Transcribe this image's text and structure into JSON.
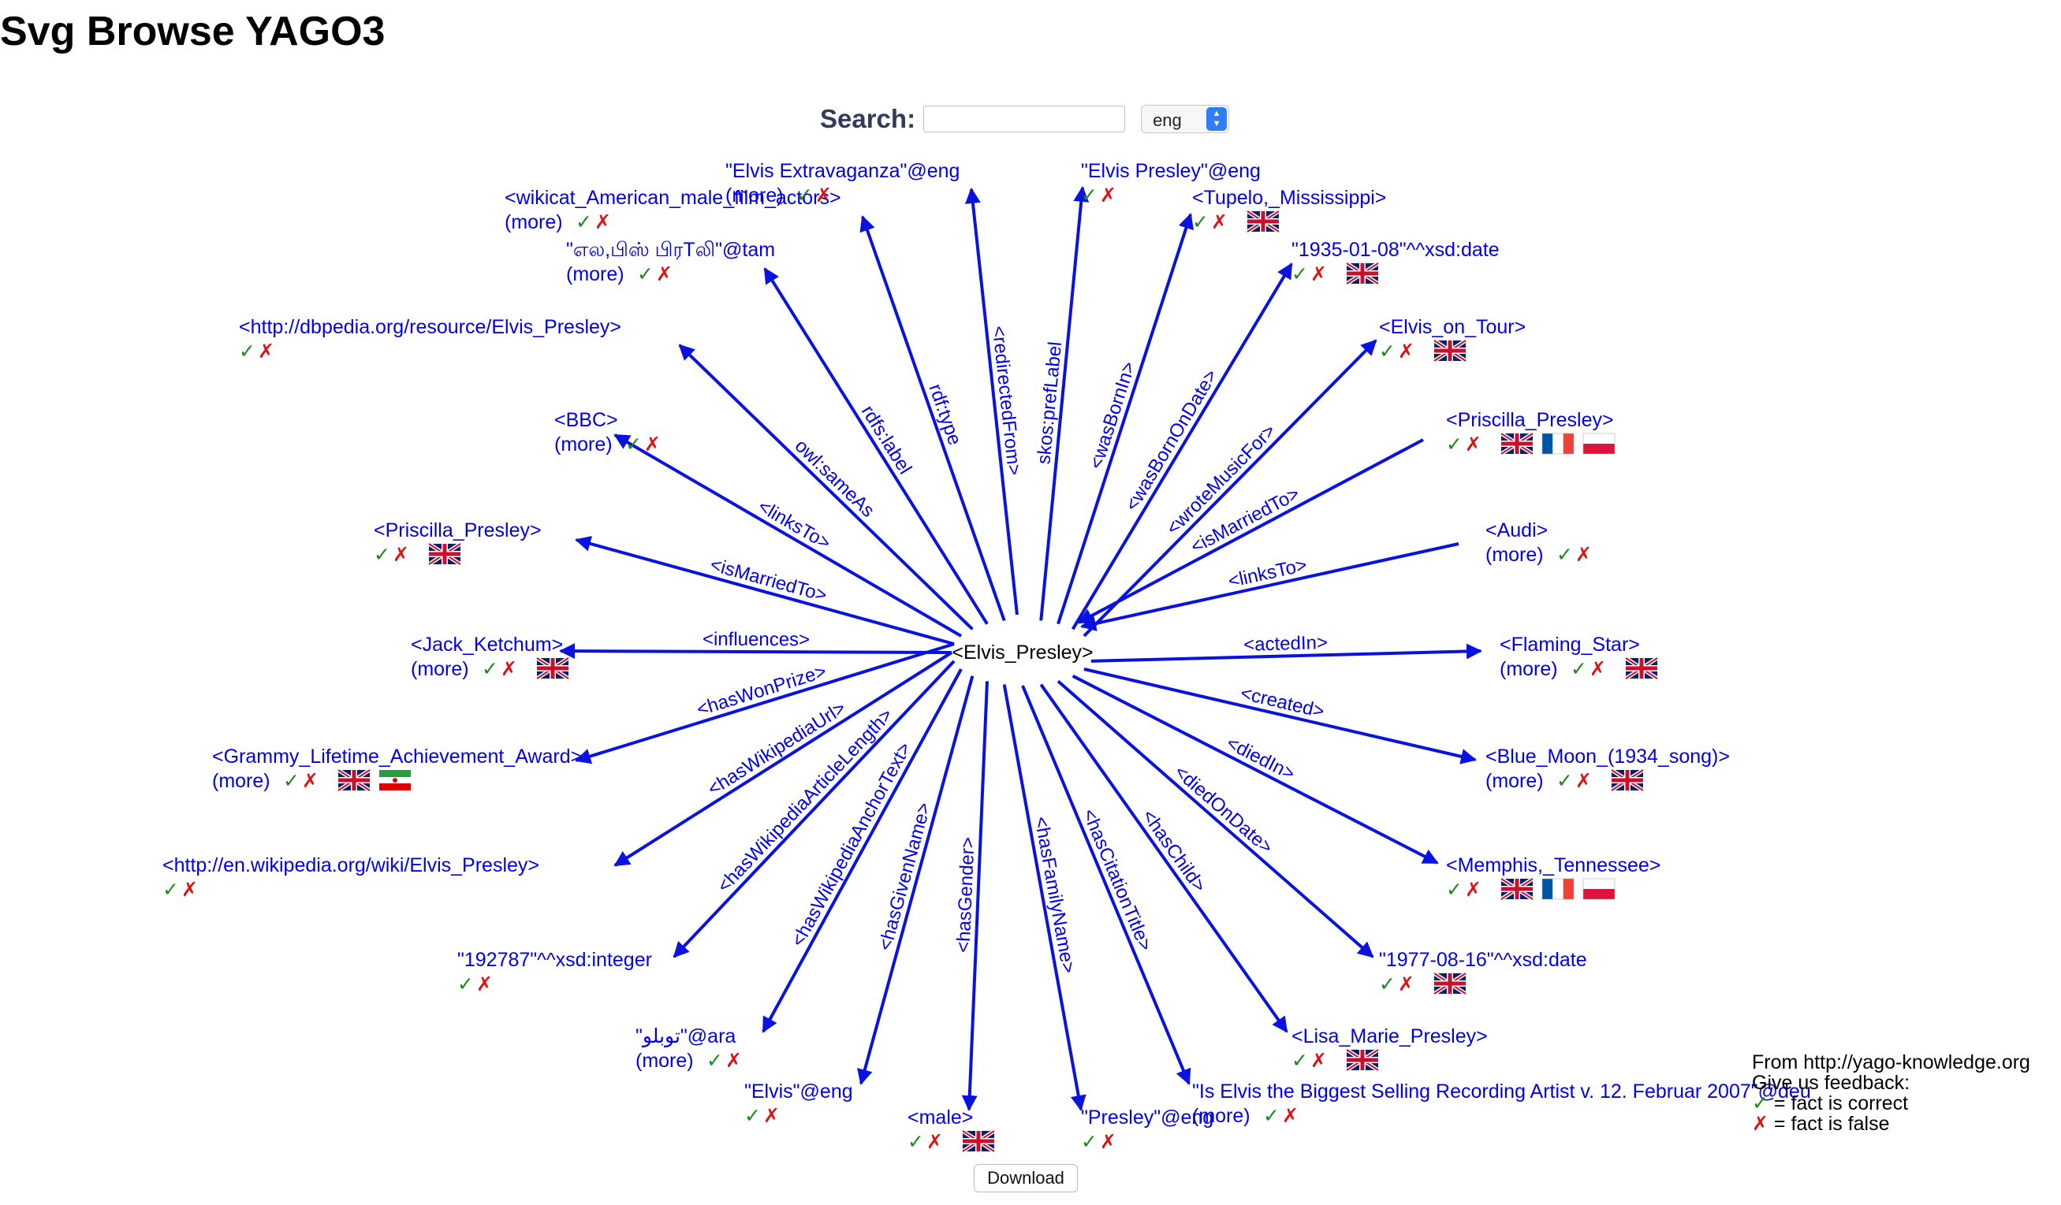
{
  "page_title": "Svg Browse YAGO3",
  "search": {
    "label": "Search:",
    "value": "",
    "language": "eng"
  },
  "center": "<Elvis_Presley>",
  "labels": {
    "more": "(more)",
    "tick": "✓",
    "cross": "✗"
  },
  "colors": {
    "link": "#0000ee",
    "edge": "#0a12e0",
    "correct": "#1a8a1a",
    "false": "#dd1111"
  },
  "nodes": [
    {
      "name": "<Jack_Ketchum>",
      "relation": "<influences>",
      "direction": "out",
      "angle": 180,
      "more": true,
      "flags": [
        "uk"
      ]
    },
    {
      "name": "<Priscilla_Presley>",
      "relation": "<isMarriedTo>",
      "direction": "out",
      "angle": 195,
      "more": false,
      "flags": [
        "uk"
      ]
    },
    {
      "name": "<BBC>",
      "relation": "<linksTo>",
      "direction": "out",
      "angle": 210,
      "more": true,
      "flags": []
    },
    {
      "name": "<http://dbpedia.org/resource/Elvis_Presley>",
      "relation": "owl:sameAs",
      "direction": "out",
      "angle": 225,
      "more": false,
      "flags": []
    },
    {
      "name": "\"எல,பிஸ் பிரTலி\"@tam",
      "relation": "rdfs:label",
      "direction": "out",
      "angle": 240,
      "more": true,
      "flags": []
    },
    {
      "name": "<wikicat_American_male_film_actors>",
      "relation": "rdf:type",
      "direction": "out",
      "angle": 255,
      "more": true,
      "flags": []
    },
    {
      "name": "\"Elvis Extravaganza\"@eng",
      "relation": "<redirectedFrom>",
      "direction": "in",
      "angle": 270,
      "more": true,
      "flags": []
    },
    {
      "name": "\"Elvis Presley\"@eng",
      "relation": "skos:prefLabel",
      "direction": "out",
      "angle": 285,
      "more": false,
      "flags": []
    },
    {
      "name": "<Tupelo,_Mississippi>",
      "relation": "<wasBornIn>",
      "direction": "out",
      "angle": 300,
      "more": false,
      "flags": [
        "uk"
      ]
    },
    {
      "name": "\"1935-01-08\"^^xsd:date",
      "relation": "<wasBornOnDate>",
      "direction": "out",
      "angle": 315,
      "more": false,
      "flags": [
        "uk"
      ]
    },
    {
      "name": "<Elvis_on_Tour>",
      "relation": "<wroteMusicFor>",
      "direction": "out",
      "angle": 330,
      "more": false,
      "flags": [
        "uk"
      ]
    },
    {
      "name": "<Priscilla_Presley>",
      "relation": "<isMarriedTo>",
      "direction": "in",
      "angle": 345,
      "more": false,
      "flags": [
        "uk",
        "fr",
        "pl"
      ]
    },
    {
      "name": "<Audi>",
      "relation": "<linksTo>",
      "direction": "in",
      "angle": 0,
      "more": true,
      "flags": []
    },
    {
      "name": "<Flaming_Star>",
      "relation": "<actedIn>",
      "direction": "out",
      "angle": 15,
      "more": true,
      "flags": [
        "uk"
      ]
    },
    {
      "name": "<Blue_Moon_(1934_song)>",
      "relation": "<created>",
      "direction": "out",
      "angle": 30,
      "more": true,
      "flags": [
        "uk"
      ]
    },
    {
      "name": "<Memphis,_Tennessee>",
      "relation": "<diedIn>",
      "direction": "out",
      "angle": 45,
      "more": false,
      "flags": [
        "uk",
        "fr",
        "pl"
      ]
    },
    {
      "name": "\"1977-08-16\"^^xsd:date",
      "relation": "<diedOnDate>",
      "direction": "out",
      "angle": 60,
      "more": false,
      "flags": [
        "uk"
      ]
    },
    {
      "name": "<Lisa_Marie_Presley>",
      "relation": "<hasChild>",
      "direction": "out",
      "angle": 75,
      "more": false,
      "flags": [
        "uk"
      ]
    },
    {
      "name": "\"Is Elvis the Biggest Selling Recording Artist v. 12. Februar 2007\"@deu",
      "relation": "<hasCitationTitle>",
      "direction": "out",
      "angle": 90,
      "more": true,
      "flags": []
    },
    {
      "name": "\"Presley\"@eng",
      "relation": "<hasFamilyName>",
      "direction": "out",
      "angle": 105,
      "more": false,
      "flags": []
    },
    {
      "name": "<male>",
      "relation": "<hasGender>",
      "direction": "out",
      "angle": 120,
      "more": false,
      "flags": [
        "uk"
      ]
    },
    {
      "name": "\"Elvis\"@eng",
      "relation": "<hasGivenName>",
      "direction": "out",
      "angle": 135,
      "more": false,
      "flags": []
    },
    {
      "name": "\"توبلو\"@ara",
      "relation": "<hasWikipediaAnchorText>",
      "direction": "out",
      "angle": 150,
      "more": true,
      "flags": []
    },
    {
      "name": "\"192787\"^^xsd:integer",
      "relation": "<hasWikipediaArticleLength>",
      "direction": "out",
      "angle": 165,
      "more": false,
      "flags": []
    },
    {
      "name": "<http://en.wikipedia.org/wiki/Elvis_Presley>",
      "relation": "<hasWikipediaUrl>",
      "direction": "out",
      "angle": 180,
      "more": false,
      "flags": []
    },
    {
      "name": "<Grammy_Lifetime_Achievement_Award>",
      "relation": "<hasWonPrize>",
      "direction": "out",
      "angle": 195,
      "more": true,
      "flags": [
        "uk",
        "ir"
      ]
    }
  ],
  "legend": {
    "line1": "From http://yago-knowledge.org",
    "line2": "Give us feedback:",
    "line3": "= fact is correct",
    "line4": "= fact is false"
  },
  "download_label": "Download"
}
